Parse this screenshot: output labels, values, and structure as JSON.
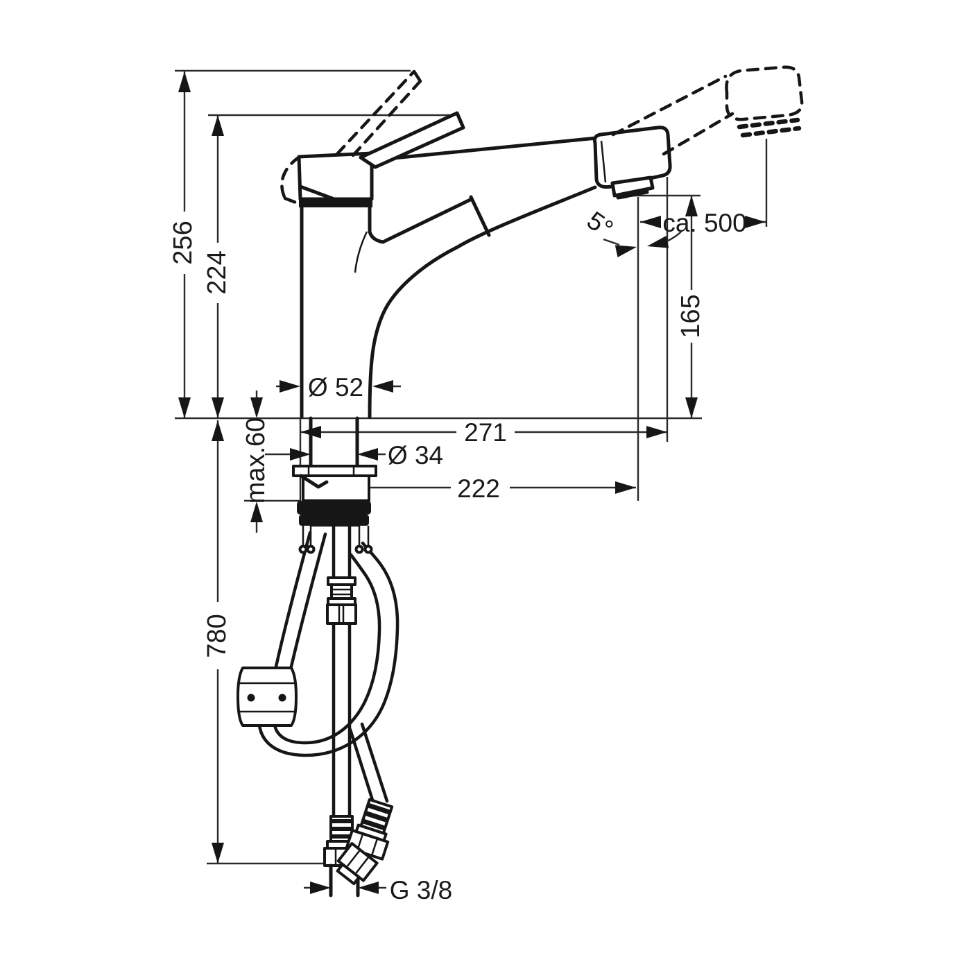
{
  "drawing": {
    "type": "technical-dimension-drawing",
    "subject": "pull-out kitchen faucet installation diagram",
    "background": "#ffffff",
    "ink": "#161616",
    "dimensions": {
      "total_height": "256",
      "height_to_spout_top": "224",
      "outlet_height": "165",
      "reach": "271",
      "outlet_projection": "222",
      "pullout_extension": "ca. 500",
      "outlet_angle": "5°",
      "base_diameter": "Ø 52",
      "hole_diameter": "Ø 34",
      "max_deck_thickness": "max.60",
      "hose_length": "780",
      "supply_thread": "G 3/8"
    }
  }
}
